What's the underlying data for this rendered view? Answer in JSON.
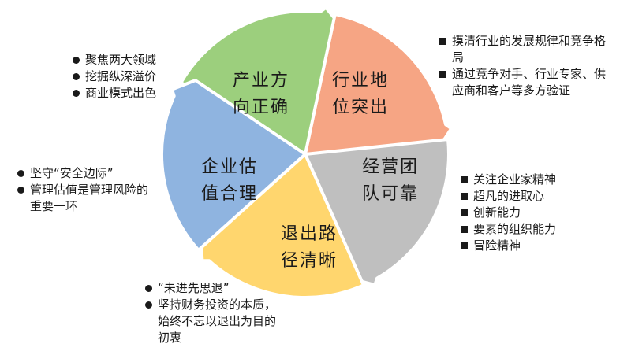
{
  "segments": [
    {
      "id": "industry",
      "lines": [
        "产业方",
        "向正确"
      ],
      "color": "#9ccf7d",
      "edge": "#ffffff"
    },
    {
      "id": "position",
      "lines": [
        "行业地",
        "位突出"
      ],
      "color": "#f6a584",
      "edge": "#ffffff"
    },
    {
      "id": "team",
      "lines": [
        "经营团",
        "队可靠"
      ],
      "color": "#bfbfbf",
      "edge": "#ffffff"
    },
    {
      "id": "exit",
      "lines": [
        "退出路",
        "径清晰"
      ],
      "color": "#ffd66e",
      "edge": "#ffffff"
    },
    {
      "id": "valuation",
      "lines": [
        "企业估",
        "值合理"
      ],
      "color": "#8fb4e0",
      "edge": "#ffffff"
    }
  ],
  "notes": {
    "industry": [
      "聚焦两大领域",
      "挖掘纵深溢价",
      "商业模式出色"
    ],
    "position": [
      "摸清行业的发展规律和竞争格局",
      "通过竞争对手、行业专家、供应商和客户等多方验证"
    ],
    "team": [
      "关注企业家精神",
      "超凡的进取心",
      "创新能力",
      "要素的组织能力",
      "冒险精神"
    ],
    "exit": [
      "“未进先思退”",
      "坚持财务投资的本质，始终不忘以退出为目的初衷"
    ],
    "valuation": [
      "坚守“安全边际”",
      "管理估值是管理风险的重要一环"
    ]
  }
}
